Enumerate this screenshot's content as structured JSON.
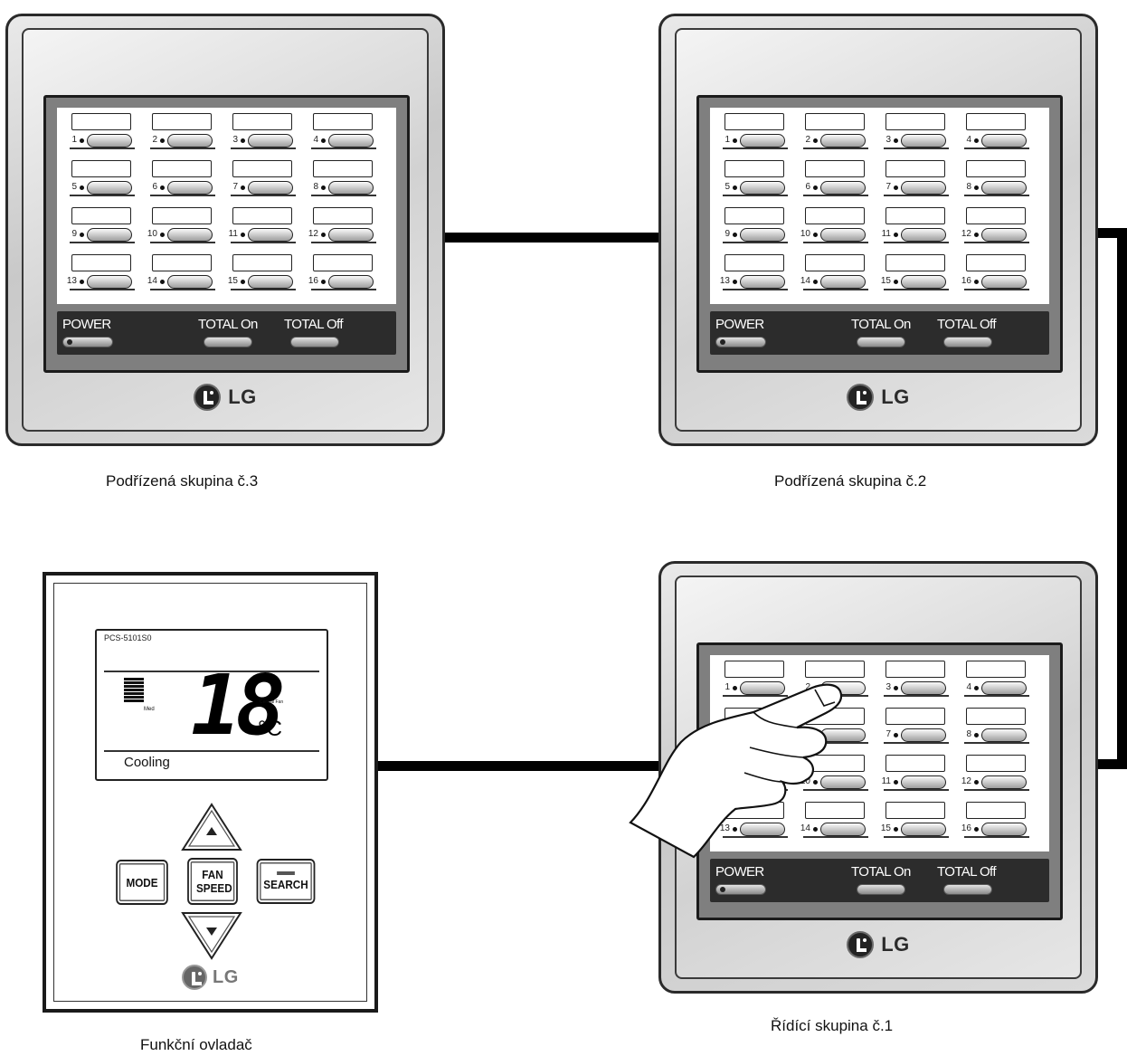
{
  "panels": {
    "cell_numbers": [
      "1",
      "2",
      "3",
      "4",
      "5",
      "6",
      "7",
      "8",
      "9",
      "10",
      "11",
      "12",
      "13",
      "14",
      "15",
      "16"
    ],
    "power_label": "POWER",
    "total_on_label": "TOTAL On",
    "total_off_label": "TOTAL Off",
    "brand": "LG"
  },
  "captions": {
    "slave3": "Podřízená skupina č.3",
    "slave2": "Podřízená skupina č.2",
    "master1": "Řídící skupina č.1",
    "function_controller": "Funkční ovladač"
  },
  "function_controller": {
    "model": "PCS-5101S0",
    "fan_level": "Med",
    "temperature": "18",
    "unit": "°C",
    "central_fan": "Central Fan",
    "mode": "Cooling",
    "mode_button": "MODE",
    "fan_speed_button": "FAN SPEED",
    "search_button": "SEARCH",
    "brand": "LG"
  },
  "pressed_button_index": 2
}
